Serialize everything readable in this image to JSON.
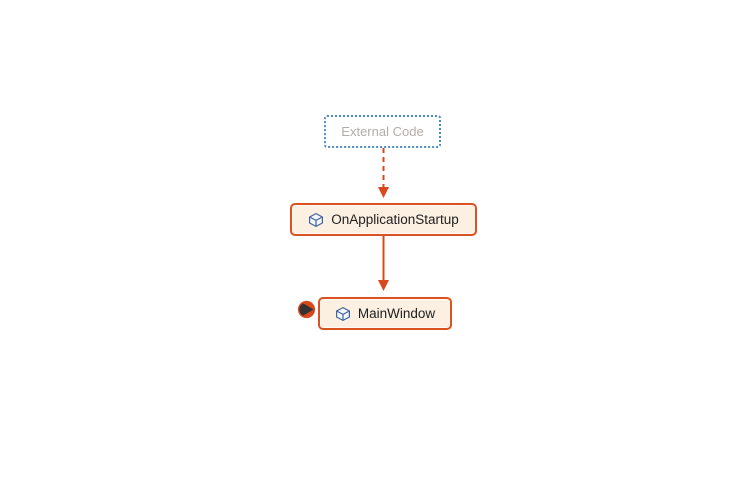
{
  "diagram": {
    "title": "code-map-dependency-graph",
    "nodes": [
      {
        "id": "external-code",
        "label": "External Code",
        "kind": "external-group",
        "icon": "none"
      },
      {
        "id": "on-application-startup",
        "label": "OnApplicationStartup",
        "kind": "method",
        "icon": "cube-icon"
      },
      {
        "id": "main-window",
        "label": "MainWindow",
        "kind": "type",
        "icon": "cube-icon",
        "badge": "entry-point-indicator"
      }
    ],
    "edges": [
      {
        "from": "external-code",
        "to": "on-application-startup",
        "style": "dashed",
        "direction": "down"
      },
      {
        "from": "on-application-startup",
        "to": "main-window",
        "style": "solid",
        "direction": "down"
      }
    ],
    "colors": {
      "node_border": "#DC5120",
      "node_fill": "#FCF0E2",
      "edge": "#D7481C",
      "external_border": "#4E8CC2",
      "external_text": "#B3ADA8",
      "node_text": "#1E1E1E",
      "icon_blue": "#41629E",
      "indicator_dark": "#333333",
      "canvas_bg": "#FFFFFF"
    }
  }
}
